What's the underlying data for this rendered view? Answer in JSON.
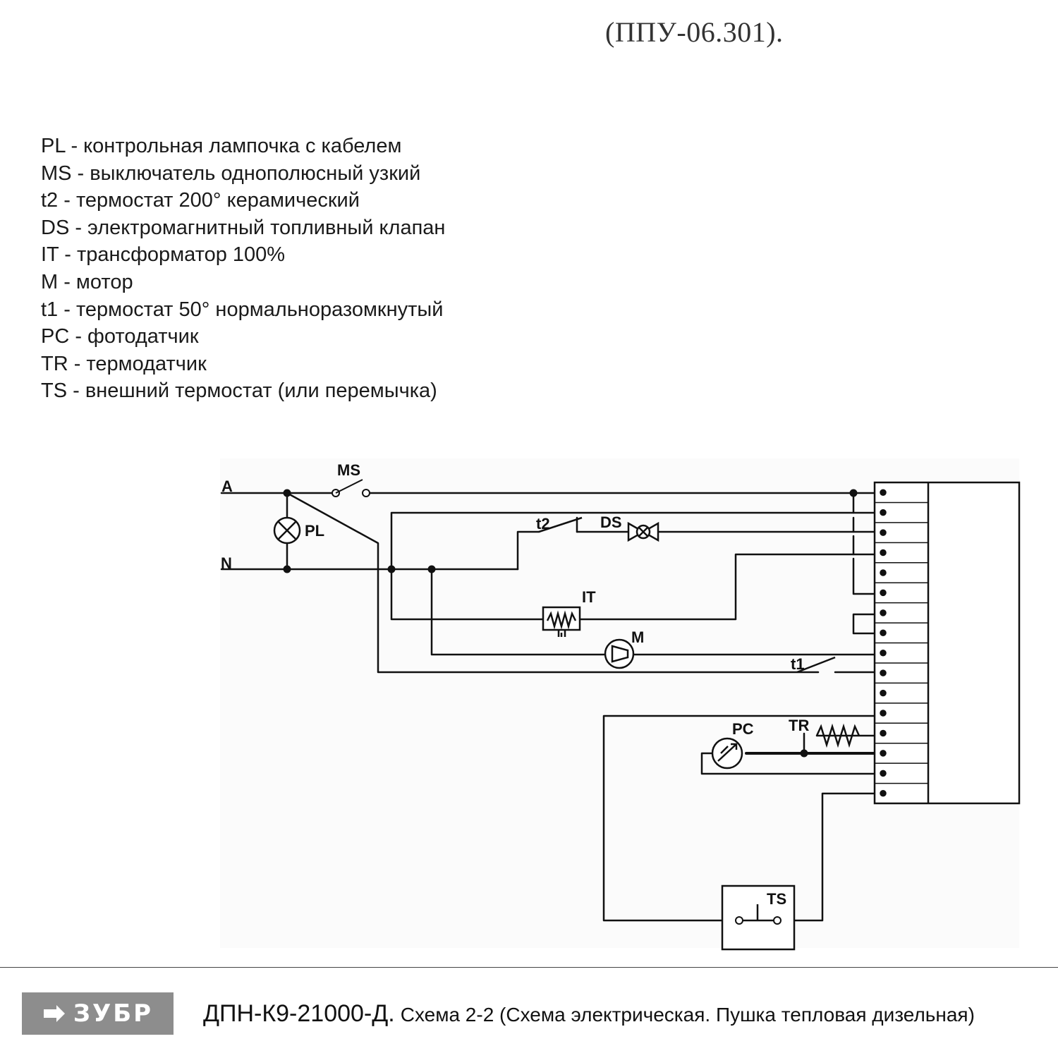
{
  "document_ref": "(ППУ-06.301).",
  "legend": [
    "PL - контрольная лампочка с кабелем",
    "MS - выключатель однополюсный узкий",
    "t2 - термостат 200° керамический",
    "DS - электромагнитный топливный клапан",
    "IT - трансформатор 100%",
    "M - мотор",
    "t1 - термостат 50° нормальноразомкнутый",
    "PC - фотодатчик",
    "TR - термодатчик",
    "TS - внешний термостат (или перемычка)"
  ],
  "scheme": {
    "labels": {
      "a": "A",
      "n": "N",
      "ms": "MS",
      "pl": "PL",
      "t2": "t2",
      "ds": "DS",
      "it": "IT",
      "m": "M",
      "t1": "t1",
      "pc": "PC",
      "tr": "TR",
      "ts": "TS"
    }
  },
  "footer": {
    "brand": "ЗУБР",
    "model": "ДПН-К9-21000-Д.",
    "description": "Схема 2-2 (Схема электрическая. Пушка тепловая дизельная)"
  },
  "colors": {
    "logo_bg": "#8d8d8d",
    "wire": "#111111",
    "divider": "#444444"
  }
}
